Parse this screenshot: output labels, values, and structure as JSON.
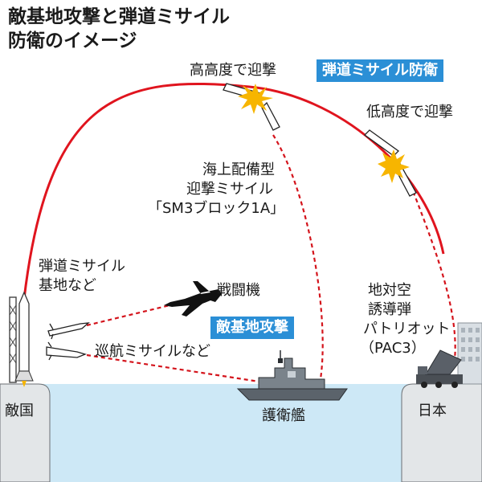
{
  "title": {
    "line1": "敵基地攻撃と弾道ミサイル",
    "line2": "防衛のイメージ"
  },
  "labels": {
    "high_altitude": "高高度で迎撃",
    "low_altitude": "低高度で迎撃",
    "sm3_line1": "海上配備型",
    "sm3_line2": "迎撃ミサイル",
    "sm3_line3": "「SM3ブロック1A」",
    "base_line1": "弾道ミサイル",
    "base_line2": "基地など",
    "fighter": "戦闘機",
    "cruise": "巡航ミサイルなど",
    "pac3_line1": "地対空",
    "pac3_line2": "誘導弾",
    "pac3_line3": "パトリオット",
    "pac3_line4": "（PAC3）",
    "enemy_country": "敵国",
    "japan": "日本",
    "destroyer": "護衛艦"
  },
  "badges": {
    "bmd": "弾道ミサイル防衛",
    "strike": "敵基地攻撃"
  },
  "colors": {
    "trajectory": "#e0141e",
    "badge": "#2b8fd6",
    "sea": "#cde8f6",
    "land": "#e3e6e8",
    "explosion": "#f7b500"
  },
  "icons": [
    "ballistic-missile-icon",
    "fighter-jet-icon",
    "cruise-missile-icon",
    "destroyer-ship-icon",
    "patriot-launcher-icon",
    "interceptor-missile-icon",
    "explosion-icon",
    "building-icon"
  ]
}
